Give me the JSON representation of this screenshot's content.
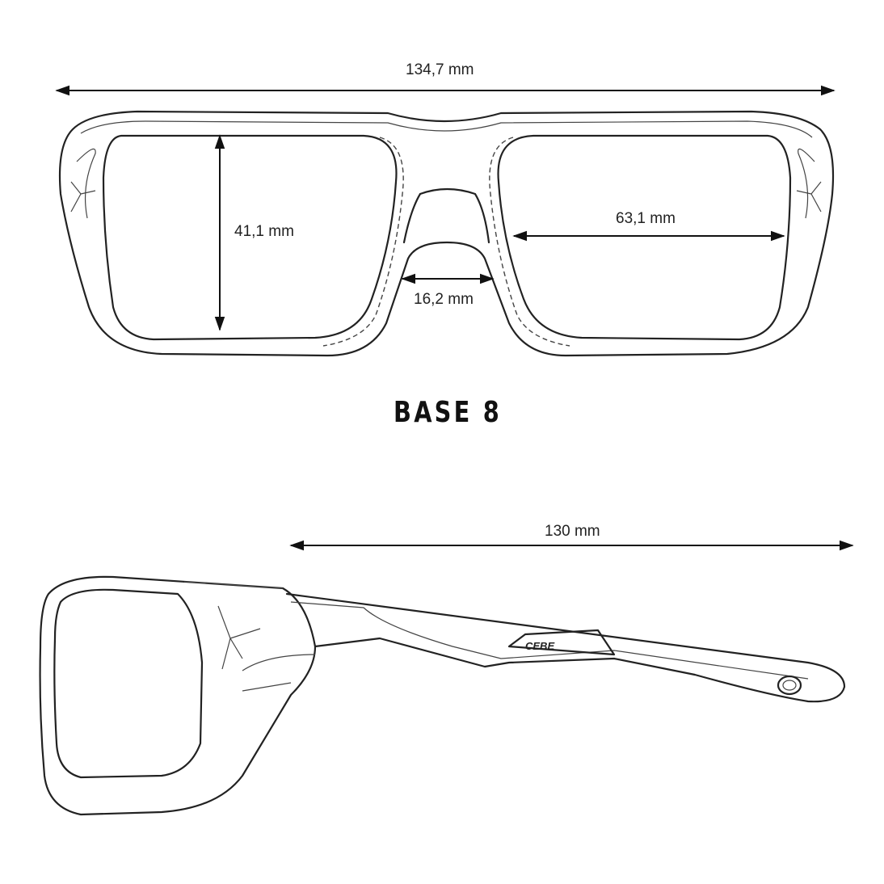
{
  "front_view": {
    "total_width": "134,7 mm",
    "lens_height": "41,1 mm",
    "lens_width": "63,1 mm",
    "bridge_width": "16,2 mm"
  },
  "base_label": "BASE 8",
  "side_view": {
    "temple_length": "130 mm",
    "logo_text": "CEBE"
  }
}
